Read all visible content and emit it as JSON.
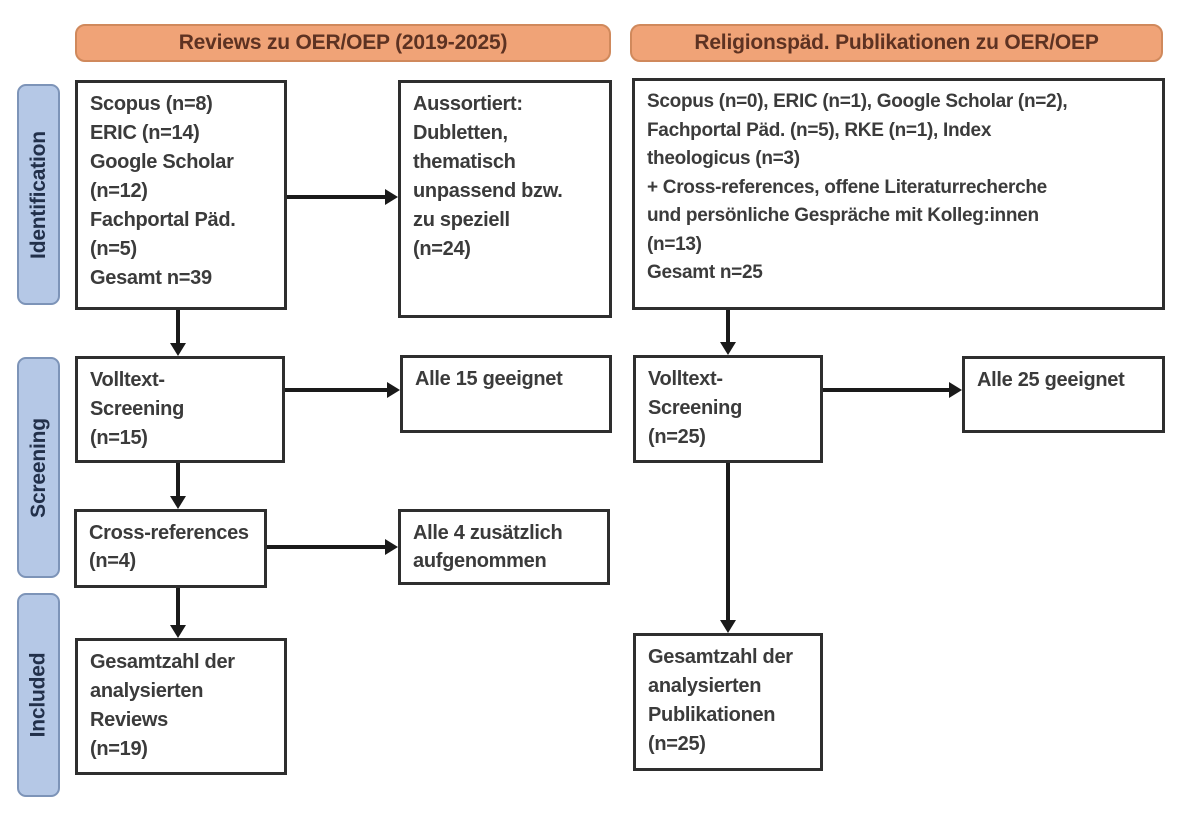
{
  "colors": {
    "header_fill": "#f0a377",
    "header_border": "#d0895c",
    "header_text": "#5d3222",
    "stage_fill": "#b5c8e6",
    "stage_border": "#7d94b8",
    "stage_text": "#22304a",
    "box_border": "#2e2e2e",
    "box_text": "#3b3b3b",
    "arrow": "#1a1a1a",
    "bg": "#ffffff"
  },
  "headers": {
    "left": "Reviews zu OER/OEP (2019-2025)",
    "right": "Religionspäd. Publikationen zu OER/OEP"
  },
  "stages": {
    "identification": "Identification",
    "screening": "Screening",
    "included": "Included"
  },
  "flow": {
    "left": {
      "sources": "Scopus (n=8)\nERIC (n=14)\nGoogle Scholar\n(n=12)\nFachportal Päd.\n(n=5)\nGesamt n=39",
      "excluded": "Aussortiert:\nDubletten,\nthematisch\nunpassend bzw.\nzu speziell\n(n=24)",
      "fulltext": "Volltext-\nScreening\n(n=15)",
      "fulltext_result": "Alle 15 geeignet",
      "crossref": "Cross-references\n(n=4)",
      "crossref_result": "Alle 4 zusätzlich\naufgenommen",
      "included": "Gesamtzahl der\nanalysierten\nReviews\n(n=19)"
    },
    "right": {
      "sources": "Scopus (n=0), ERIC (n=1), Google Scholar (n=2),\nFachportal Päd. (n=5), RKE (n=1), Index\ntheologicus (n=3)\n+ Cross-references, offene Literaturrecherche\nund persönliche Gespräche mit Kolleg:innen\n(n=13)\nGesamt n=25",
      "fulltext": "Volltext-\nScreening\n(n=25)",
      "fulltext_result": "Alle 25 geeignet",
      "included": "Gesamtzahl der\nanalysierten\nPublikationen\n(n=25)"
    }
  }
}
